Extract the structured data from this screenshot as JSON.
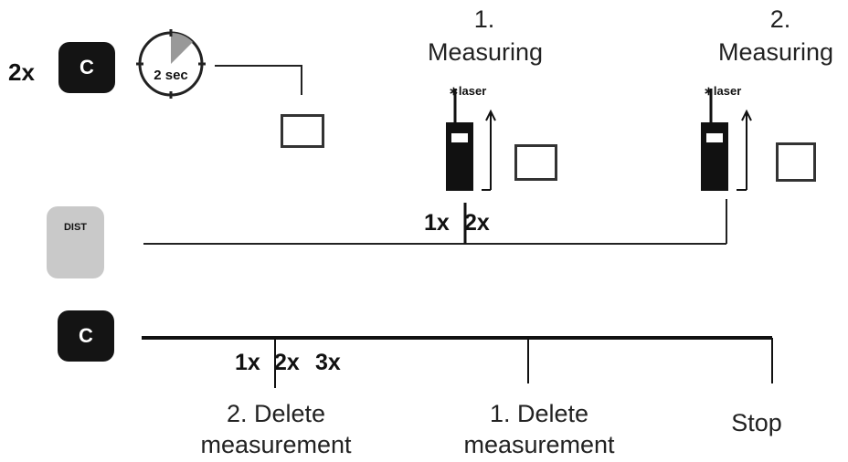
{
  "top_repeat": "2x",
  "clear_key": {
    "label": "C"
  },
  "timer": {
    "label": "2 sec"
  },
  "dist_key": {
    "label": "DIST"
  },
  "measuring": [
    {
      "number": "1.",
      "label": "Measuring",
      "laser_label": "laser"
    },
    {
      "number": "2.",
      "label": "Measuring",
      "laser_label": "laser"
    }
  ],
  "dist_presses": {
    "first": "1x",
    "second": "2x"
  },
  "clear_presses": {
    "first": "1x",
    "second": "2x",
    "third": "3x"
  },
  "outcomes": [
    {
      "line1": "2. Delete",
      "line2": "measurement"
    },
    {
      "line1": "1. Delete",
      "line2": "measurement"
    },
    {
      "line1": "Stop",
      "line2": ""
    }
  ]
}
